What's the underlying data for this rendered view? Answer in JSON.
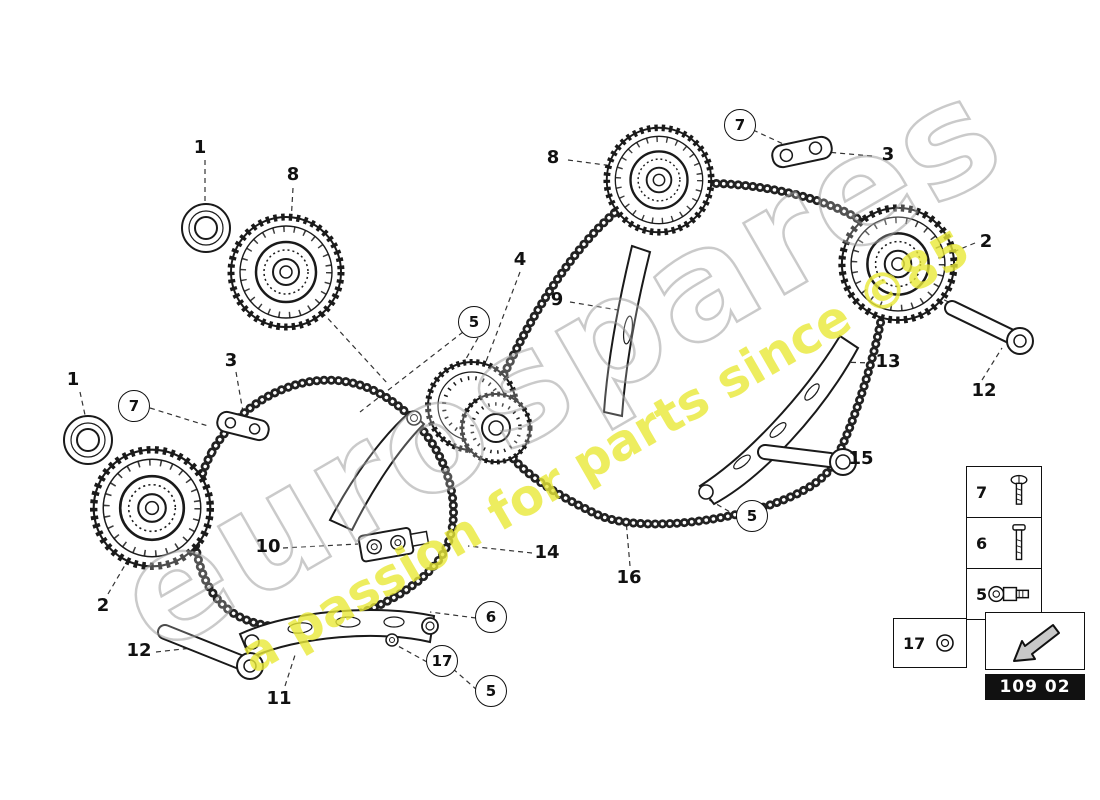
{
  "watermark": {
    "main": "eurospares",
    "sub": "a passion for parts since ©85"
  },
  "callouts": [
    {
      "label": "1",
      "circled": false
    },
    {
      "label": "8",
      "circled": false
    },
    {
      "label": "8",
      "circled": false
    },
    {
      "label": "7",
      "circled": true
    },
    {
      "label": "3",
      "circled": false
    },
    {
      "label": "2",
      "circled": false
    },
    {
      "label": "4",
      "circled": false
    },
    {
      "label": "9",
      "circled": false
    },
    {
      "label": "5",
      "circled": true
    },
    {
      "label": "13",
      "circled": false
    },
    {
      "label": "12",
      "circled": false
    },
    {
      "label": "1",
      "circled": false
    },
    {
      "label": "7",
      "circled": true
    },
    {
      "label": "3",
      "circled": false
    },
    {
      "label": "15",
      "circled": false
    },
    {
      "label": "5",
      "circled": true
    },
    {
      "label": "10",
      "circled": false
    },
    {
      "label": "14",
      "circled": false
    },
    {
      "label": "16",
      "circled": false
    },
    {
      "label": "2",
      "circled": false
    },
    {
      "label": "12",
      "circled": false
    },
    {
      "label": "11",
      "circled": false
    },
    {
      "label": "6",
      "circled": true
    },
    {
      "label": "17",
      "circled": true
    },
    {
      "label": "5",
      "circled": true
    }
  ],
  "legend": {
    "fasteners": [
      {
        "label": "7",
        "icon": "screw-icon"
      },
      {
        "label": "6",
        "icon": "long-bolt-icon"
      },
      {
        "label": "5",
        "icon": "shoulder-bolt-icon"
      }
    ],
    "washer": {
      "label": "17",
      "icon": "washer-icon"
    },
    "diagram_code": "109 02"
  }
}
